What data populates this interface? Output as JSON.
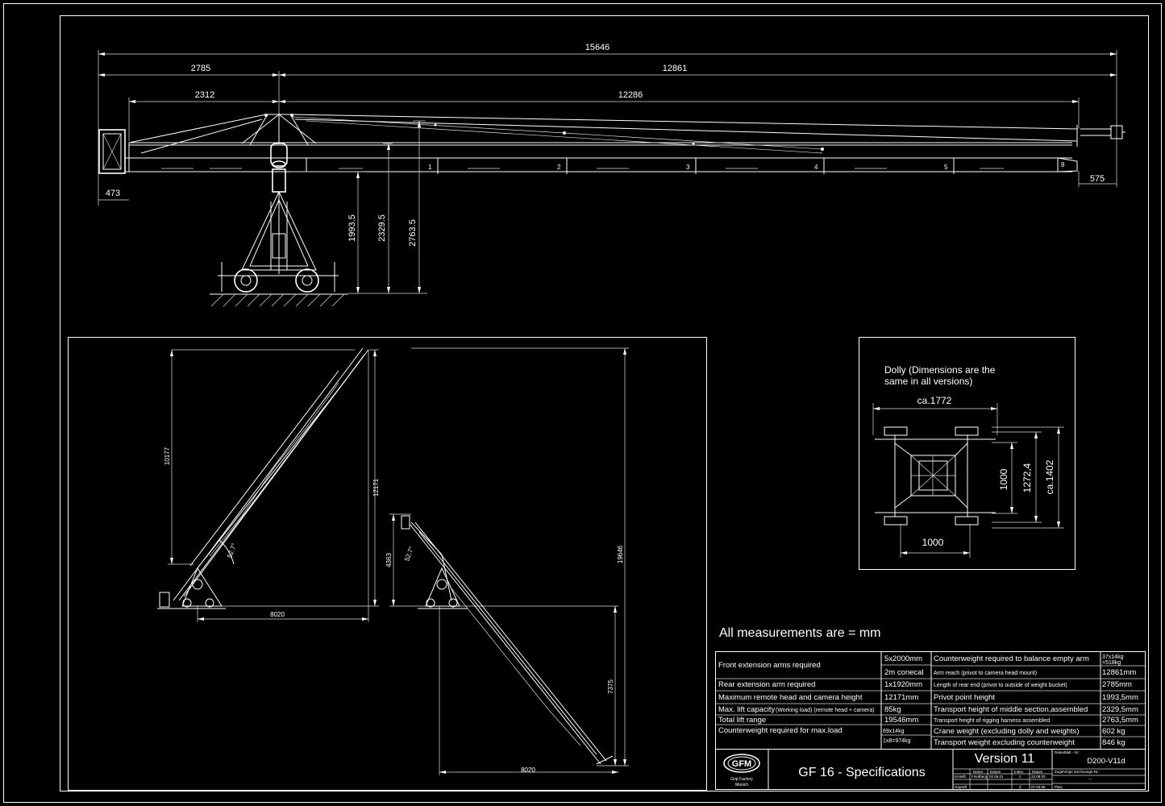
{
  "top_view": {
    "dims": {
      "overall": "15646",
      "rear_length": "2785",
      "front_length": "12861",
      "rear_inner": "2312",
      "front_inner": "12286",
      "bucket_width": "473",
      "head_offset": "575",
      "height_pivot": "1993.5",
      "height_transport": "2329.5",
      "height_rigging": "2763.5"
    },
    "section_numbers": [
      "1",
      "2",
      "3",
      "4",
      "5",
      "8"
    ]
  },
  "side_views": {
    "left": {
      "height_reach": "10177",
      "height_total": "12171",
      "width": "8020",
      "angle": "52.7°"
    },
    "right": {
      "pivot_height": "4363",
      "total_height": "19646",
      "lower_height": "7375",
      "width": "8020",
      "angle": "52.7°"
    }
  },
  "dolly": {
    "title_line1": "Dolly (Dimensions are the",
    "title_line2": "same in all versions)",
    "width": "ca.1772",
    "track": "1000",
    "wheelbase": "1000",
    "inner": "1272,4",
    "outer": "ca.1402"
  },
  "note": "All measurements are = mm",
  "specs": {
    "left": [
      {
        "label": "Front extension arms required",
        "values": [
          "5x2000mm",
          "2m conecal"
        ]
      },
      {
        "label": "Rear extension arm required",
        "values": [
          "1x1920mm"
        ]
      },
      {
        "label": "Maximum remote head and camera height",
        "values": [
          "12171mm"
        ]
      },
      {
        "label": "Max. lift capacity",
        "label_small": "(Working load)  (remote head + camera)",
        "values": [
          "85kg"
        ]
      },
      {
        "label": "Total lift range",
        "values": [
          "19546mm"
        ]
      },
      {
        "label": "Counterweight required for max.load",
        "values": [
          "69x14kg",
          "1x8=974kg"
        ]
      }
    ],
    "right": [
      {
        "label": "Counterweight required to balance empty arm",
        "values": [
          "37x14kg",
          "=518kg"
        ]
      },
      {
        "label": "Arm reach (privot to camera head mount)",
        "values": [
          "12861mm"
        ]
      },
      {
        "label": "Length of rear end (privot to outside of weight bucket)",
        "values": [
          "2785mm"
        ]
      },
      {
        "label": "Privot point height",
        "values": [
          "1993,5mm"
        ]
      },
      {
        "label": "Transport height of middle section,assembled",
        "values": [
          "2329,5mm"
        ]
      },
      {
        "label": "Transport height of rigging harness assembled",
        "values": [
          "2763,5mm"
        ]
      },
      {
        "label": "Crane weight (excluding dolly and weights)",
        "values": [
          "602 kg"
        ]
      },
      {
        "label": "Transport weight excluding counterweight",
        "values": [
          "846 kg"
        ]
      }
    ]
  },
  "title_block": {
    "logo": "GFM",
    "logo_sub1": "Grip Factory",
    "logo_sub2": "Munich",
    "title": "GF 16 - Specifications",
    "version": "Version 11",
    "drawing_no_label": "Datenblatt - Nr.:",
    "drawing_no": "D200-V11d",
    "ref_label": "Zugehörige Zeichnungs-Nr.:",
    "ref_value": "---",
    "plan_label": "Plan:",
    "grid": {
      "header": [
        "",
        "Name",
        "Datum",
        "Index",
        "Datum"
      ],
      "row1": [
        "Erstellt",
        "Friedberg",
        "02.05.01",
        "2",
        "22.09.03"
      ],
      "row2": [
        "Geprüft",
        "",
        "",
        "d",
        "07.03.05"
      ]
    }
  }
}
